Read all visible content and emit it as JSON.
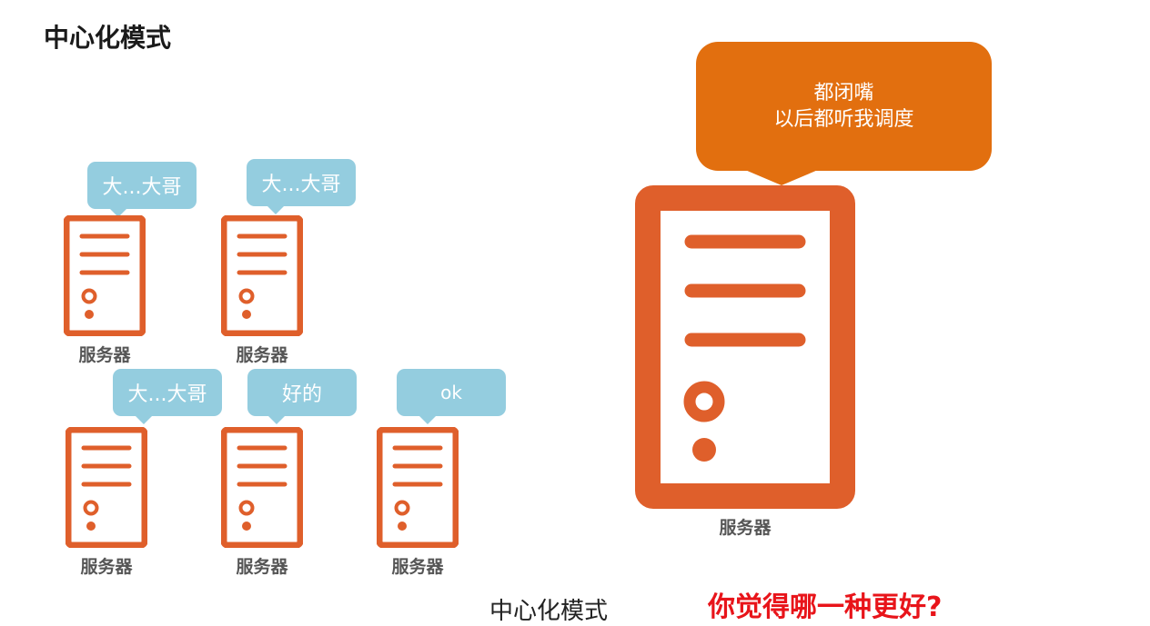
{
  "title": "中心化模式",
  "caption": "中心化模式",
  "question": "你觉得哪一种更好?",
  "server_label": "服务器",
  "small_servers": [
    {
      "bubble": "大...大哥"
    },
    {
      "bubble": "大...大哥"
    },
    {
      "bubble": "大...大哥"
    },
    {
      "bubble": "好的"
    },
    {
      "bubble": "ok"
    }
  ],
  "central_server": {
    "label": "服务器",
    "bubble_line1": "都闭嘴",
    "bubble_line2": "以后都听我调度"
  },
  "colors": {
    "server": "#df5f2b",
    "bubble_blue": "#94cddf",
    "bubble_orange": "#e26f0f",
    "question": "#e8141a"
  }
}
